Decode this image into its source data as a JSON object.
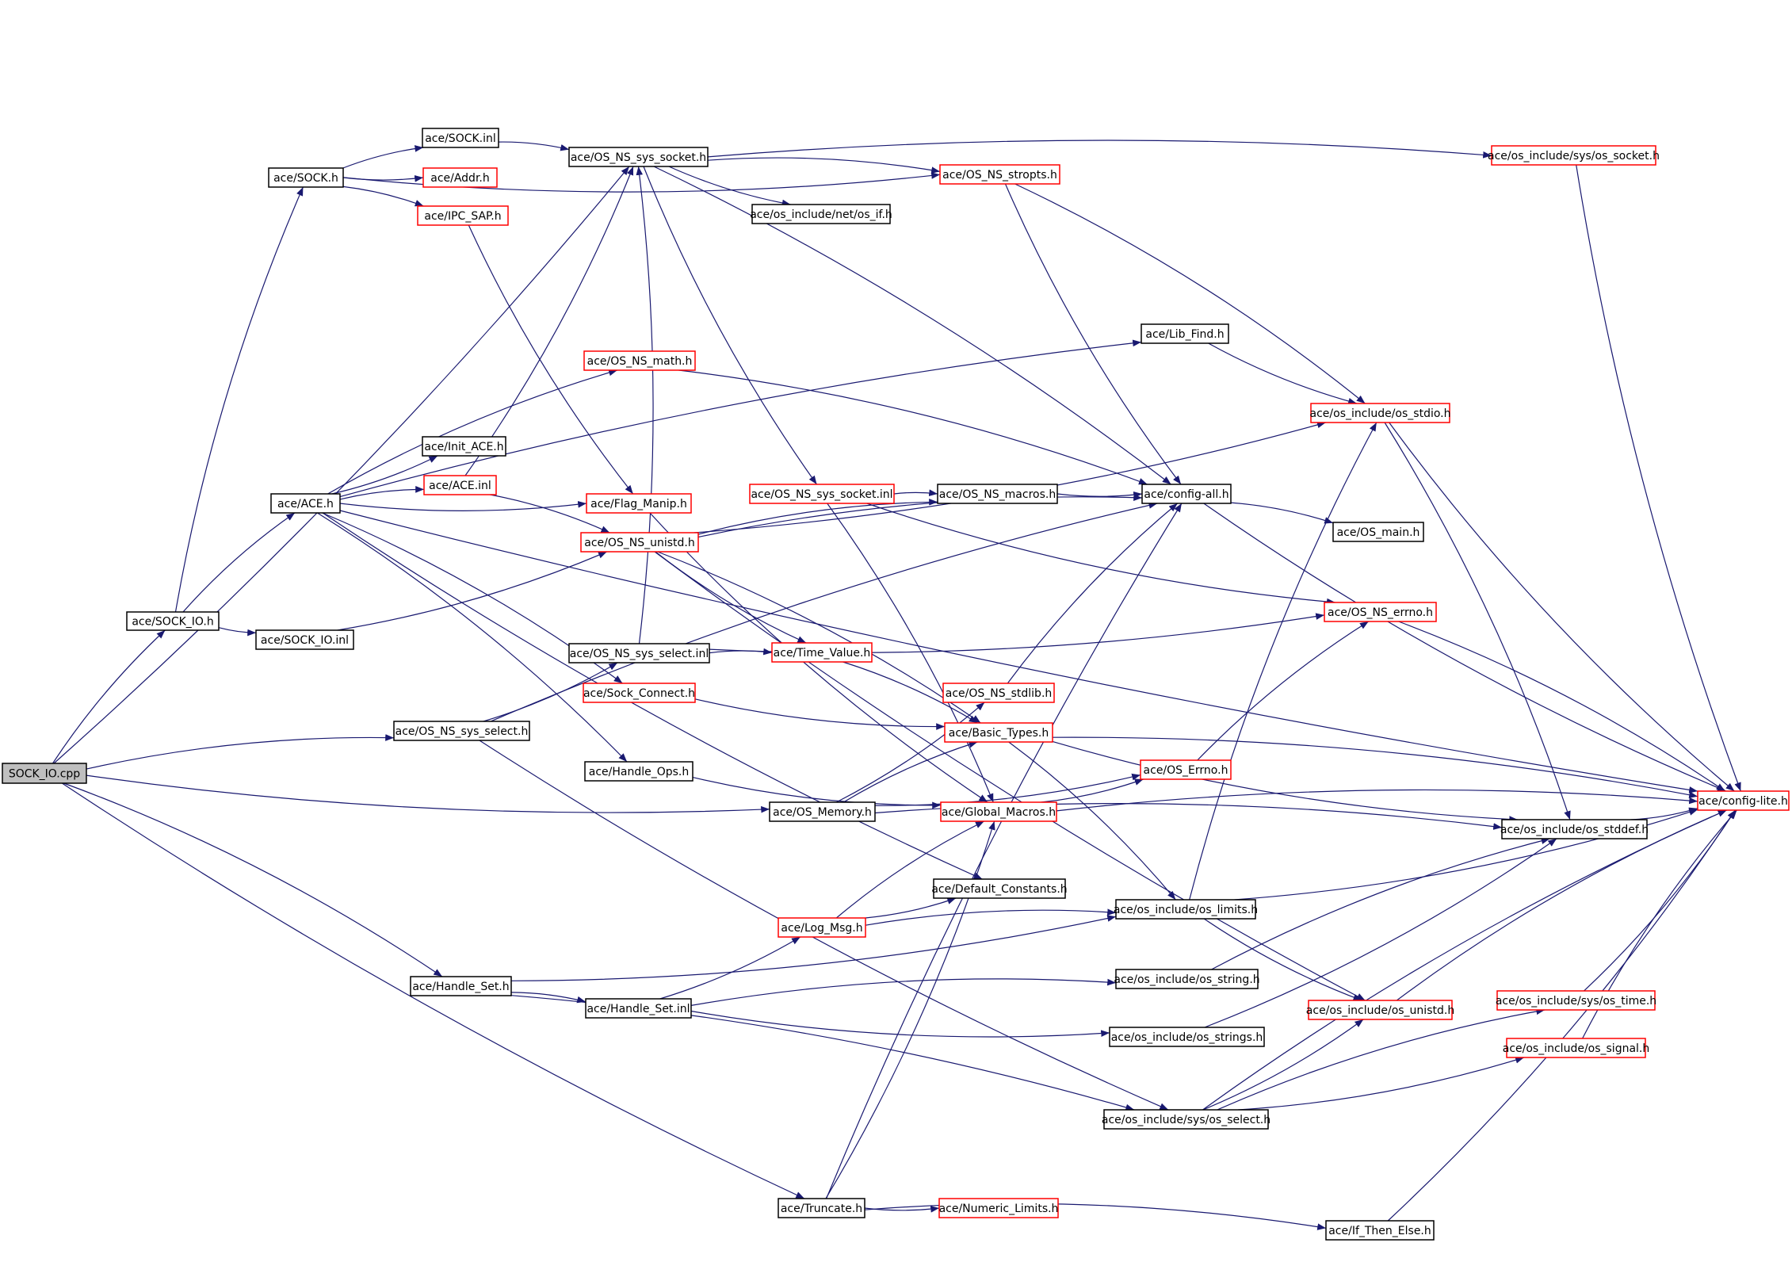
{
  "colors": {
    "edge": "#191970",
    "black_border": "#000000",
    "red_border": "#ff0000",
    "root_fill": "#bfbfbf"
  },
  "nodes": [
    {
      "id": "sock_io_cpp",
      "label": "SOCK_IO.cpp",
      "style": "gray"
    },
    {
      "id": "sock_io_h",
      "label": "ace/SOCK_IO.h",
      "style": "black"
    },
    {
      "id": "sock_io_inl",
      "label": "ace/SOCK_IO.inl",
      "style": "black"
    },
    {
      "id": "sock_h",
      "label": "ace/SOCK.h",
      "style": "black"
    },
    {
      "id": "sock_inl",
      "label": "ace/SOCK.inl",
      "style": "black"
    },
    {
      "id": "addr_h",
      "label": "ace/Addr.h",
      "style": "red"
    },
    {
      "id": "ipc_sap_h",
      "label": "ace/IPC_SAP.h",
      "style": "red"
    },
    {
      "id": "os_ns_sys_socket_h",
      "label": "ace/OS_NS_sys_socket.h",
      "style": "black"
    },
    {
      "id": "os_ns_stropts_h",
      "label": "ace/OS_NS_stropts.h",
      "style": "red"
    },
    {
      "id": "os_include_net_os_if_h",
      "label": "ace/os_include/net/os_if.h",
      "style": "black"
    },
    {
      "id": "os_include_sys_os_socket_h",
      "label": "ace/os_include/sys/os_socket.h",
      "style": "red"
    },
    {
      "id": "lib_find_h",
      "label": "ace/Lib_Find.h",
      "style": "black"
    },
    {
      "id": "os_ns_math_h",
      "label": "ace/OS_NS_math.h",
      "style": "red"
    },
    {
      "id": "os_include_os_stdio_h",
      "label": "ace/os_include/os_stdio.h",
      "style": "red"
    },
    {
      "id": "init_ace_h",
      "label": "ace/Init_ACE.h",
      "style": "black"
    },
    {
      "id": "ace_inl",
      "label": "ace/ACE.inl",
      "style": "red"
    },
    {
      "id": "ace_h",
      "label": "ace/ACE.h",
      "style": "black"
    },
    {
      "id": "flag_manip_h",
      "label": "ace/Flag_Manip.h",
      "style": "red"
    },
    {
      "id": "os_ns_sys_socket_inl",
      "label": "ace/OS_NS_sys_socket.inl",
      "style": "red"
    },
    {
      "id": "os_ns_macros_h",
      "label": "ace/OS_NS_macros.h",
      "style": "black"
    },
    {
      "id": "config_all_h",
      "label": "ace/config-all.h",
      "style": "black"
    },
    {
      "id": "os_ns_unistd_h",
      "label": "ace/OS_NS_unistd.h",
      "style": "red"
    },
    {
      "id": "os_main_h",
      "label": "ace/OS_main.h",
      "style": "black"
    },
    {
      "id": "os_ns_errno_h",
      "label": "ace/OS_NS_errno.h",
      "style": "red"
    },
    {
      "id": "os_ns_sys_select_inl",
      "label": "ace/OS_NS_sys_select.inl",
      "style": "black"
    },
    {
      "id": "time_value_h",
      "label": "ace/Time_Value.h",
      "style": "red"
    },
    {
      "id": "sock_connect_h",
      "label": "ace/Sock_Connect.h",
      "style": "red"
    },
    {
      "id": "os_ns_stdlib_h",
      "label": "ace/OS_NS_stdlib.h",
      "style": "red"
    },
    {
      "id": "os_ns_sys_select_h",
      "label": "ace/OS_NS_sys_select.h",
      "style": "black"
    },
    {
      "id": "basic_types_h",
      "label": "ace/Basic_Types.h",
      "style": "red"
    },
    {
      "id": "handle_ops_h",
      "label": "ace/Handle_Ops.h",
      "style": "black"
    },
    {
      "id": "os_errno_h",
      "label": "ace/OS_Errno.h",
      "style": "red"
    },
    {
      "id": "os_memory_h",
      "label": "ace/OS_Memory.h",
      "style": "black"
    },
    {
      "id": "global_macros_h",
      "label": "ace/Global_Macros.h",
      "style": "red"
    },
    {
      "id": "config_lite_h",
      "label": "ace/config-lite.h",
      "style": "red"
    },
    {
      "id": "os_include_os_stddef_h",
      "label": "ace/os_include/os_stddef.h",
      "style": "black"
    },
    {
      "id": "default_constants_h",
      "label": "ace/Default_Constants.h",
      "style": "black"
    },
    {
      "id": "log_msg_h",
      "label": "ace/Log_Msg.h",
      "style": "red"
    },
    {
      "id": "os_include_os_limits_h",
      "label": "ace/os_include/os_limits.h",
      "style": "black"
    },
    {
      "id": "handle_set_h",
      "label": "ace/Handle_Set.h",
      "style": "black"
    },
    {
      "id": "os_include_os_string_h",
      "label": "ace/os_include/os_string.h",
      "style": "black"
    },
    {
      "id": "handle_set_inl",
      "label": "ace/Handle_Set.inl",
      "style": "black"
    },
    {
      "id": "os_include_os_unistd_h",
      "label": "ace/os_include/os_unistd.h",
      "style": "red"
    },
    {
      "id": "os_include_sys_os_time_h",
      "label": "ace/os_include/sys/os_time.h",
      "style": "red"
    },
    {
      "id": "os_include_os_strings_h",
      "label": "ace/os_include/os_strings.h",
      "style": "black"
    },
    {
      "id": "os_include_os_signal_h",
      "label": "ace/os_include/os_signal.h",
      "style": "red"
    },
    {
      "id": "os_include_sys_os_select_h",
      "label": "ace/os_include/sys/os_select.h",
      "style": "black"
    },
    {
      "id": "truncate_h",
      "label": "ace/Truncate.h",
      "style": "black"
    },
    {
      "id": "numeric_limits_h",
      "label": "ace/Numeric_Limits.h",
      "style": "red"
    },
    {
      "id": "if_then_else_h",
      "label": "ace/If_Then_Else.h",
      "style": "black"
    }
  ],
  "edges": [
    [
      "sock_io_cpp",
      "sock_io_h"
    ],
    [
      "sock_io_cpp",
      "os_ns_sys_socket_h"
    ],
    [
      "sock_io_cpp",
      "os_ns_sys_select_h"
    ],
    [
      "sock_io_cpp",
      "os_memory_h"
    ],
    [
      "sock_io_cpp",
      "handle_set_h"
    ],
    [
      "sock_io_cpp",
      "truncate_h"
    ],
    [
      "sock_io_h",
      "sock_h"
    ],
    [
      "sock_io_h",
      "sock_io_inl"
    ],
    [
      "sock_io_h",
      "ace_h"
    ],
    [
      "sock_io_inl",
      "os_ns_unistd_h"
    ],
    [
      "sock_h",
      "sock_inl"
    ],
    [
      "sock_h",
      "addr_h"
    ],
    [
      "sock_h",
      "ipc_sap_h"
    ],
    [
      "sock_h",
      "os_ns_stropts_h"
    ],
    [
      "sock_inl",
      "os_ns_sys_socket_h"
    ],
    [
      "ipc_sap_h",
      "flag_manip_h"
    ],
    [
      "os_ns_sys_socket_h",
      "os_ns_stropts_h"
    ],
    [
      "os_ns_sys_socket_h",
      "os_include_net_os_if_h"
    ],
    [
      "os_ns_sys_socket_h",
      "os_include_sys_os_socket_h"
    ],
    [
      "os_ns_sys_socket_h",
      "os_ns_sys_socket_inl"
    ],
    [
      "os_ns_sys_socket_h",
      "config_all_h"
    ],
    [
      "os_ns_stropts_h",
      "config_all_h"
    ],
    [
      "os_ns_stropts_h",
      "os_include_os_stdio_h"
    ],
    [
      "os_include_sys_os_socket_h",
      "config_lite_h"
    ],
    [
      "ace_h",
      "lib_find_h"
    ],
    [
      "ace_h",
      "config_lite_h"
    ],
    [
      "ace_h",
      "os_ns_math_h"
    ],
    [
      "ace_h",
      "init_ace_h"
    ],
    [
      "ace_h",
      "ace_inl"
    ],
    [
      "ace_h",
      "flag_manip_h"
    ],
    [
      "ace_h",
      "sock_connect_h"
    ],
    [
      "ace_h",
      "default_constants_h"
    ],
    [
      "ace_h",
      "handle_ops_h"
    ],
    [
      "ace_inl",
      "os_ns_sys_socket_h"
    ],
    [
      "ace_inl",
      "os_ns_unistd_h"
    ],
    [
      "lib_find_h",
      "os_include_os_stdio_h"
    ],
    [
      "os_ns_math_h",
      "config_all_h"
    ],
    [
      "os_include_os_stdio_h",
      "config_lite_h"
    ],
    [
      "os_include_os_stdio_h",
      "os_include_os_stddef_h"
    ],
    [
      "flag_manip_h",
      "global_macros_h"
    ],
    [
      "os_ns_sys_socket_inl",
      "os_ns_macros_h"
    ],
    [
      "os_ns_sys_socket_inl",
      "os_ns_errno_h"
    ],
    [
      "os_ns_sys_socket_inl",
      "global_macros_h"
    ],
    [
      "os_ns_macros_h",
      "config_all_h"
    ],
    [
      "config_all_h",
      "os_main_h"
    ],
    [
      "config_all_h",
      "config_lite_h"
    ],
    [
      "os_ns_unistd_h",
      "os_ns_macros_h"
    ],
    [
      "os_ns_unistd_h",
      "os_include_os_stdio_h"
    ],
    [
      "os_ns_unistd_h",
      "config_all_h"
    ],
    [
      "os_ns_unistd_h",
      "time_value_h"
    ],
    [
      "os_ns_unistd_h",
      "basic_types_h"
    ],
    [
      "os_ns_unistd_h",
      "os_include_os_unistd_h"
    ],
    [
      "os_ns_errno_h",
      "config_lite_h"
    ],
    [
      "os_ns_sys_select_inl",
      "os_ns_sys_socket_h"
    ],
    [
      "os_ns_sys_select_inl",
      "time_value_h"
    ],
    [
      "os_ns_sys_select_inl",
      "os_ns_errno_h"
    ],
    [
      "time_value_h",
      "basic_types_h"
    ],
    [
      "sock_connect_h",
      "basic_types_h"
    ],
    [
      "os_ns_stdlib_h",
      "config_all_h"
    ],
    [
      "os_ns_sys_select_h",
      "os_ns_sys_select_inl"
    ],
    [
      "os_ns_sys_select_h",
      "config_all_h"
    ],
    [
      "os_ns_sys_select_h",
      "os_include_sys_os_select_h"
    ],
    [
      "basic_types_h",
      "config_lite_h"
    ],
    [
      "basic_types_h",
      "os_include_os_stddef_h"
    ],
    [
      "basic_types_h",
      "os_include_os_limits_h"
    ],
    [
      "handle_ops_h",
      "global_macros_h"
    ],
    [
      "os_errno_h",
      "os_ns_errno_h"
    ],
    [
      "os_memory_h",
      "os_ns_stdlib_h"
    ],
    [
      "os_memory_h",
      "basic_types_h"
    ],
    [
      "os_memory_h",
      "os_errno_h"
    ],
    [
      "os_memory_h",
      "os_include_os_stddef_h"
    ],
    [
      "global_macros_h",
      "os_errno_h"
    ],
    [
      "global_macros_h",
      "config_lite_h"
    ],
    [
      "os_include_os_stddef_h",
      "config_lite_h"
    ],
    [
      "log_msg_h",
      "global_macros_h"
    ],
    [
      "log_msg_h",
      "default_constants_h"
    ],
    [
      "log_msg_h",
      "os_include_os_limits_h"
    ],
    [
      "os_include_os_limits_h",
      "config_lite_h"
    ],
    [
      "os_include_os_limits_h",
      "os_include_os_stdio_h"
    ],
    [
      "os_include_os_limits_h",
      "os_include_os_unistd_h"
    ],
    [
      "handle_set_h",
      "handle_set_inl"
    ],
    [
      "handle_set_h",
      "os_include_os_limits_h"
    ],
    [
      "handle_set_h",
      "os_include_sys_os_select_h"
    ],
    [
      "handle_set_inl",
      "log_msg_h"
    ],
    [
      "handle_set_inl",
      "os_include_os_string_h"
    ],
    [
      "handle_set_inl",
      "os_include_os_strings_h"
    ],
    [
      "os_include_os_string_h",
      "os_include_os_stddef_h"
    ],
    [
      "os_include_os_strings_h",
      "os_include_os_stddef_h"
    ],
    [
      "os_include_os_unistd_h",
      "config_lite_h"
    ],
    [
      "os_include_sys_os_time_h",
      "config_lite_h"
    ],
    [
      "os_include_os_signal_h",
      "config_lite_h"
    ],
    [
      "os_include_sys_os_select_h",
      "os_include_os_unistd_h"
    ],
    [
      "os_include_sys_os_select_h",
      "os_include_sys_os_time_h"
    ],
    [
      "os_include_sys_os_select_h",
      "os_include_os_signal_h"
    ],
    [
      "os_include_sys_os_select_h",
      "config_lite_h"
    ],
    [
      "truncate_h",
      "numeric_limits_h"
    ],
    [
      "truncate_h",
      "if_then_else_h"
    ],
    [
      "truncate_h",
      "global_macros_h"
    ],
    [
      "truncate_h",
      "config_all_h"
    ],
    [
      "if_then_else_h",
      "config_lite_h"
    ]
  ]
}
